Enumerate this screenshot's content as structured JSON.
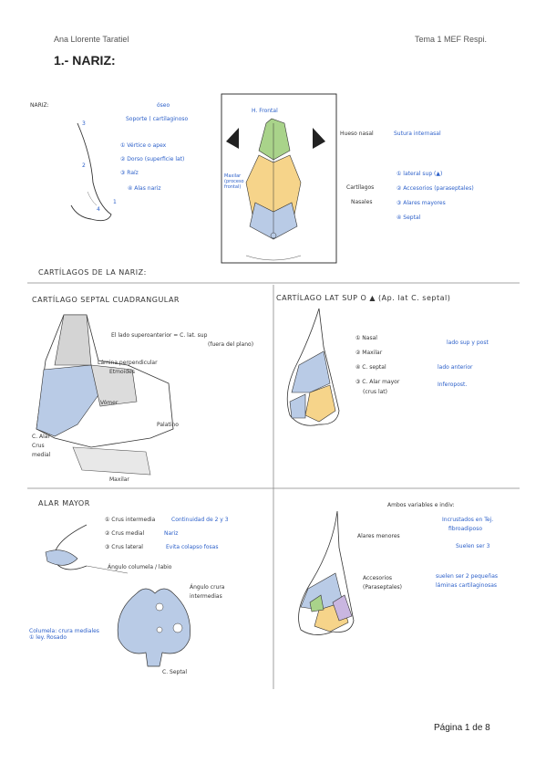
{
  "header": {
    "author": "Ana Llorente Taratiel",
    "course": "Tema 1 MEF Respi."
  },
  "title": "1.- NARIZ:",
  "nariz": {
    "label": "NARIZ:",
    "soporte_osseo": "óseo",
    "soporte": "Soporte ( cartilaginoso",
    "parts": [
      "① Vértice o apex",
      "② Dorso (superficie lat)",
      "③ Raíz",
      "④ Alas nariz"
    ],
    "num_labels": [
      "3",
      "2",
      "1",
      "4"
    ]
  },
  "skull": {
    "frontal": "H. Frontal",
    "maxilar": "Maxilar (proceso frontal)",
    "hueso_nasal": "Hueso nasal",
    "sutura": "Sutura internasal",
    "cartilagos": "Cartílagos",
    "nasales": "Nasales",
    "items": [
      "① lateral sup (▲)",
      "② Accesorios (paraseptales)",
      "③ Alares mayores",
      "④ Septal"
    ]
  },
  "section_cartilagos": "CARTÍLAGOS DE LA NARIZ:",
  "septal": {
    "title": "CARTÍLAGO SEPTAL CUADRANGULAR",
    "borde": "El lado superoanterior = C. lat. sup",
    "borde2": "(fuera del plano)",
    "lamina": "Lámina perpendicular",
    "etmoides": "Etmoides",
    "vomer": "Vómer",
    "palatino": "Palatino",
    "alar": "C. Alar",
    "crus": "Crus",
    "medial": "medial",
    "maxilar": "Maxilar"
  },
  "latsup": {
    "title": "CARTÍLAGO LAT SUP O ▲ (Ap. lat C. septal)",
    "items": [
      "① Nasal",
      "② Maxilar",
      "④ C. septal",
      "③ C. Alar mayor",
      "(crus lat)"
    ],
    "notes": [
      "lado sup y post",
      "lado anterior",
      "Inferopost."
    ]
  },
  "alar": {
    "title": "ALAR MAYOR",
    "items": [
      "① Crus intermedia",
      "② Crus medial",
      "③ Crus lateral"
    ],
    "notes": [
      "Continuidad de 2 y 3",
      "Nariz",
      "Evita colapso fosas"
    ],
    "angulo": "Ángulo columela / labio",
    "angulo2": "Ángulo crura",
    "angulo3": "intermedias",
    "columela": "Columela: crura mediales ① ley. Rosado",
    "septal": "C. Septal"
  },
  "variables": {
    "heading": "Ambos variables e indiv:",
    "alares_menores": "Alares menores",
    "notes1": [
      "Incrustados en Tej.",
      "fibroadiposo",
      "Suelen ser 3"
    ],
    "accesorios": "Accesorios",
    "parasept": "(Paraseptales)",
    "notes2": [
      "suelen ser 2 pequeñas",
      "láminas cartilaginosas"
    ]
  },
  "footer": "Página 1 de 8",
  "colors": {
    "blue_ink": "#2b5fc9",
    "cartilage_yellow": "#f6d48a",
    "cartilage_blue": "#b9cbe6",
    "green": "#a9d38a",
    "purple": "#c9b6e0"
  }
}
